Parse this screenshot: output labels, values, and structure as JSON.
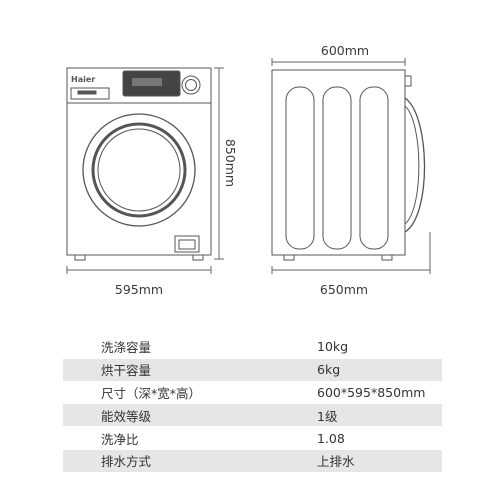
{
  "dimensions": {
    "top_width": "600mm",
    "height": "850mm",
    "front_width": "595mm",
    "depth": "650mm"
  },
  "brand_logo": "Haier",
  "specs": [
    {
      "label": "洗涤容量",
      "value": "10kg"
    },
    {
      "label": "烘干容量",
      "value": "6kg"
    },
    {
      "label": "尺寸（深*宽*高）",
      "value": "600*595*850mm"
    },
    {
      "label": "能效等级",
      "value": "1级"
    },
    {
      "label": "洗净比",
      "value": "1.08"
    },
    {
      "label": "排水方式",
      "value": "上排水"
    }
  ],
  "colors": {
    "line": "#555555",
    "row_shade": "#e6e6e6"
  }
}
